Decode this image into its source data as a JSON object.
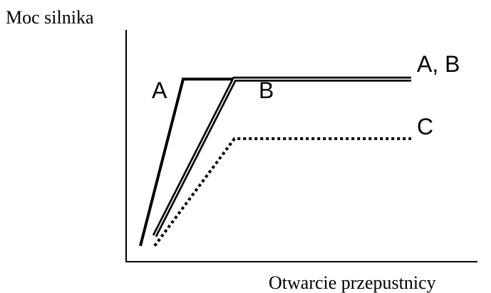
{
  "chart_data": {
    "type": "line",
    "title": "",
    "xlabel": "Otwarcie przepustnicy",
    "ylabel": "Moc silnika",
    "xlim": [
      0,
      100
    ],
    "ylim": [
      0,
      100
    ],
    "grid": false,
    "legend": "none",
    "series": [
      {
        "name": "A",
        "color": "#000000",
        "style": "solid",
        "points": [
          [
            5,
            8
          ],
          [
            20,
            92
          ],
          [
            100,
            92
          ]
        ]
      },
      {
        "name": "B",
        "color": "#000000",
        "style": "double",
        "points": [
          [
            10,
            13
          ],
          [
            38,
            92
          ],
          [
            100,
            92
          ]
        ]
      },
      {
        "name": "C",
        "color": "#000000",
        "style": "dotted",
        "points": [
          [
            10,
            8
          ],
          [
            38,
            62
          ],
          [
            100,
            62
          ]
        ]
      }
    ],
    "annotations": [
      {
        "text": "A",
        "near_series": "A",
        "position": "left of rising segment"
      },
      {
        "text": "B",
        "near_series": "B",
        "position": "right of rising segment top"
      },
      {
        "text": "A, B",
        "near_series": "A",
        "position": "end of plateau"
      },
      {
        "text": "C",
        "near_series": "C",
        "position": "end of plateau"
      }
    ]
  }
}
